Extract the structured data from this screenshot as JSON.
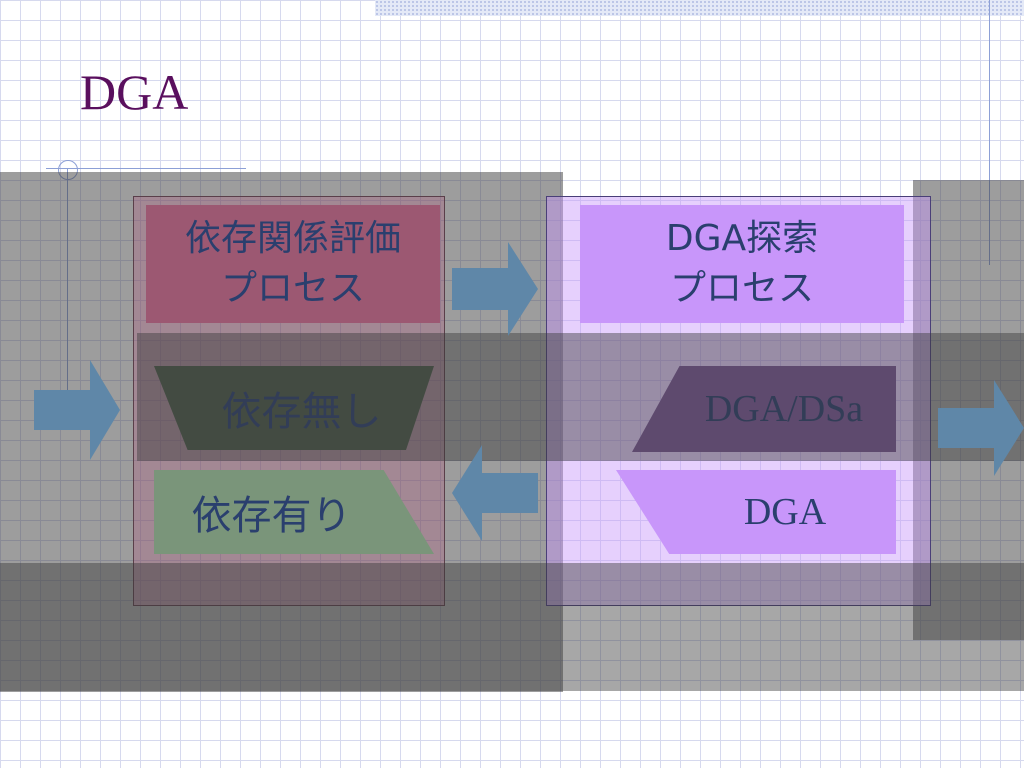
{
  "slide": {
    "title": "DGA",
    "boxes": {
      "dependency_eval": "依存関係評価\nプロセス",
      "dga_search": "DGA探索\nプロセス"
    },
    "shapes": {
      "no_dependency": "依存無し",
      "has_dependency": "依存有り",
      "dga_dsa": "DGA/DSa",
      "dga": "DGA"
    }
  },
  "colors": {
    "title": "#5a0f5e",
    "text": "#2a3f6e",
    "arrow": "#5f87a8",
    "dependency_box": "#9c5872",
    "dga_box": "#c896fa"
  },
  "icons": [
    "arrow-right-icon",
    "arrow-left-icon"
  ]
}
